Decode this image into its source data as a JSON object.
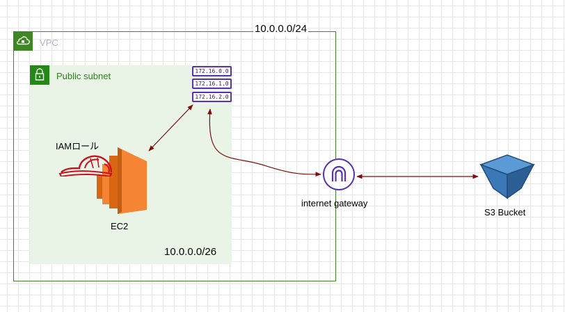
{
  "vpc": {
    "label": "VPC",
    "cidr": "10.0.0.0/24"
  },
  "subnet": {
    "label": "Public subnet",
    "cidr": "10.0.0.0/26"
  },
  "route_table": {
    "entries": [
      "172.16.0.0",
      "172.16.1.0",
      "172.16.2.0"
    ]
  },
  "iam_role": {
    "label": "IAMロール"
  },
  "ec2": {
    "label": "EC2"
  },
  "internet_gateway": {
    "label": "internet gateway"
  },
  "s3": {
    "label": "S3 Bucket"
  },
  "colors": {
    "vpc_border": "#3f8624",
    "subnet_fill": "#e9f3e6",
    "subnet_accent": "#248814",
    "route_table_border": "#5a30b5",
    "connector": "#7a0f0f",
    "ec2_orange": "#f58534",
    "iam_red": "#c7131f",
    "igw_purple": "#5a30b5",
    "s3_blue": "#3f7fc2"
  },
  "icons": [
    "vpc-cloud-icon",
    "subnet-lock-icon",
    "iam-role-helmet-icon",
    "ec2-instance-icon",
    "internet-gateway-icon",
    "s3-bucket-icon"
  ]
}
